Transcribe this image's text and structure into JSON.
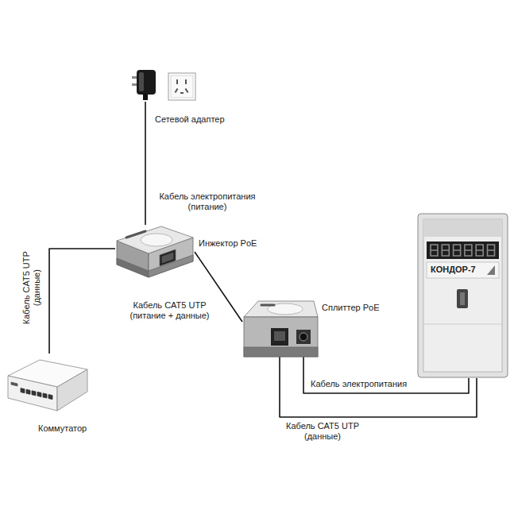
{
  "diagram": {
    "nodes": [
      {
        "text": [
          "Сетевой адаптер"
        ]
      },
      {
        "text": [
          "Инжектор PoE"
        ]
      },
      {
        "text": [
          "Коммутатор"
        ]
      },
      {
        "text": [
          "Сплиттер PoE"
        ]
      },
      {
        "text": [
          "КОНДОР-7"
        ]
      }
    ],
    "edges": [
      {
        "from": 0,
        "to": 1,
        "arrow": "none",
        "label": "Кабель электропитания (питание)"
      },
      {
        "from": 2,
        "to": 1,
        "arrow": "none",
        "label": "Кабель CAT5 UTP (данные)"
      },
      {
        "from": 1,
        "to": 3,
        "arrow": "none",
        "label": "Кабель CAT5 UTP (питание + данные)"
      },
      {
        "from": 3,
        "to": 4,
        "arrow": "none",
        "label": "Кабель электропитания"
      },
      {
        "from": 3,
        "to": 4,
        "arrow": "none",
        "label": "Кабель CAT5 UTP (данные)"
      }
    ]
  }
}
